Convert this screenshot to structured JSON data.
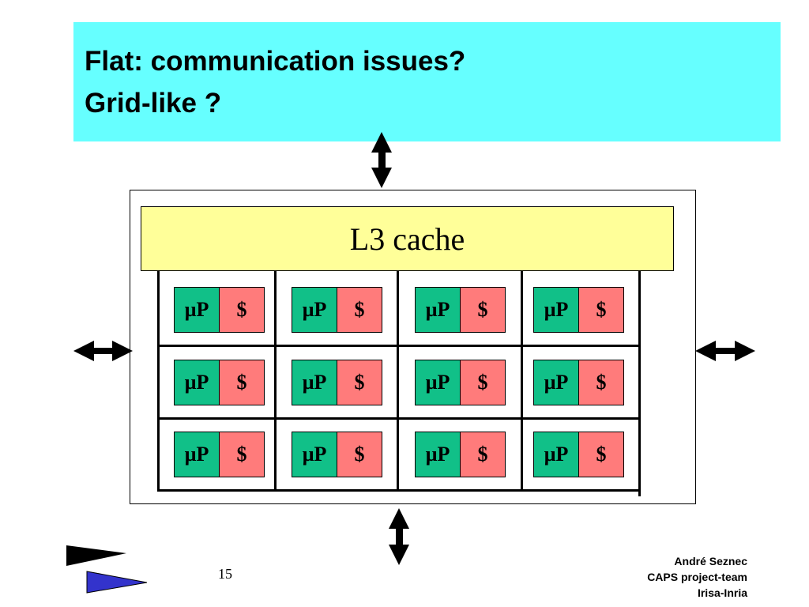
{
  "title": {
    "line1": "Flat:  communication issues?",
    "line2": "Grid-like ?"
  },
  "l3_label": "L3 cache",
  "core_grid": [
    [
      {
        "proc": "µP",
        "cache": "$"
      },
      {
        "proc": "µP",
        "cache": "$"
      },
      {
        "proc": "µP",
        "cache": "$"
      },
      {
        "proc": "µP",
        "cache": "$"
      }
    ],
    [
      {
        "proc": "µP",
        "cache": "$"
      },
      {
        "proc": "µP",
        "cache": "$"
      },
      {
        "proc": "µP",
        "cache": "$"
      },
      {
        "proc": "µP",
        "cache": "$"
      }
    ],
    [
      {
        "proc": "µP",
        "cache": "$"
      },
      {
        "proc": "µP",
        "cache": "$"
      },
      {
        "proc": "µP",
        "cache": "$"
      },
      {
        "proc": "µP",
        "cache": "$"
      }
    ]
  ],
  "colors": {
    "title_bg": "#66ffff",
    "l3_bg": "#ffff99",
    "processor_bg": "#11c088",
    "cache_bg": "#ff7b7b",
    "logo_black": "#000000",
    "logo_blue": "#3333cc"
  },
  "footer": {
    "page_number": "15",
    "author_line1": "André Seznec",
    "author_line2": "CAPS project-team",
    "author_line3": "Irisa-Inria"
  }
}
